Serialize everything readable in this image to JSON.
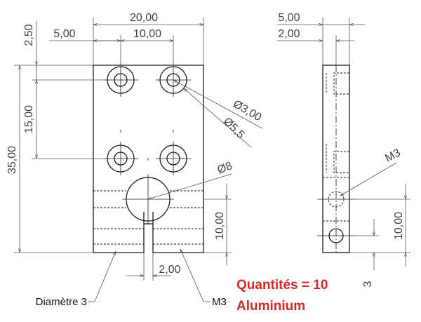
{
  "dimensions": {
    "front_width": "20,00",
    "front_left_offset": "5,00",
    "front_hole_spacing": "10,00",
    "front_top_offset": "2,50",
    "front_height": "35,00",
    "front_hole_vertical": "15,00",
    "counterbore": "Ø3,00",
    "counterbore_outer": "Ø5,5",
    "large_hole": "Ø8",
    "front_bottom_height": "10,00",
    "slot_width": "2,00",
    "side_width": "5,00",
    "side_offset": "2,00",
    "side_thread": "M3",
    "side_bottom_height": "10,00",
    "side_small": "3"
  },
  "callouts": {
    "left": "Diamètre 3",
    "right": "M3"
  },
  "notes": {
    "quantity": "Quantités = 10",
    "material": "Aluminium"
  },
  "colors": {
    "note": "#d62828",
    "line": "#1a1a1a"
  }
}
